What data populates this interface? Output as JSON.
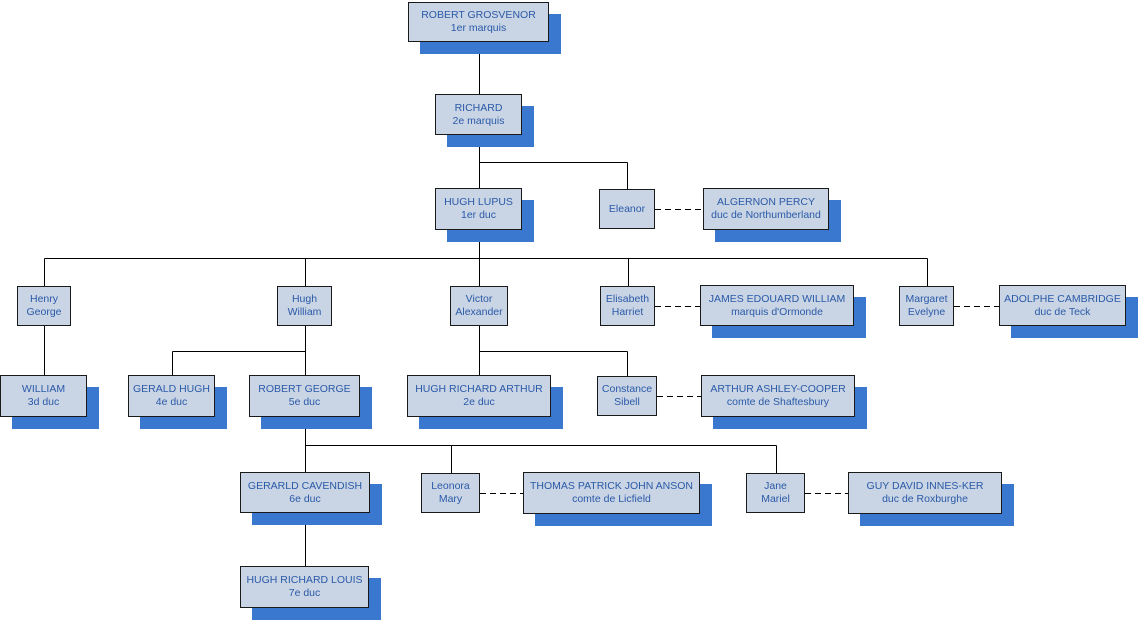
{
  "colors": {
    "box_fill": "#c9d4e4",
    "shadow": "#3a78d0",
    "text": "#2a5aa8",
    "line": "#000000"
  },
  "nodes": {
    "robert_grosvenor": {
      "name": "ROBERT GROSVENOR",
      "title": "1er marquis"
    },
    "richard": {
      "name": "RICHARD",
      "title": "2e marquis"
    },
    "hugh_lupus": {
      "name": "HUGH LUPUS",
      "title": "1er duc"
    },
    "eleanor": {
      "name": "Eleanor",
      "title": ""
    },
    "algernon_percy": {
      "name": "ALGERNON PERCY",
      "title": "duc de Northumberland"
    },
    "henry_george": {
      "name": "Henry",
      "title": "George"
    },
    "hugh_william": {
      "name": "Hugh",
      "title": "William"
    },
    "victor_alexander": {
      "name": "Victor",
      "title": "Alexander"
    },
    "elisabeth_harriet": {
      "name": "Elisabeth",
      "title": "Harriet"
    },
    "james_edouard_william": {
      "name": "JAMES EDOUARD WILLIAM",
      "title": "marquis d'Ormonde"
    },
    "margaret_evelyne": {
      "name": "Margaret",
      "title": "Evelyne"
    },
    "adolphe_cambridge": {
      "name": "ADOLPHE CAMBRIDGE",
      "title": "duc de Teck"
    },
    "william": {
      "name": "WILLIAM",
      "title": "3d duc"
    },
    "gerald_hugh": {
      "name": "GERALD HUGH",
      "title": "4e duc"
    },
    "robert_george": {
      "name": "ROBERT GEORGE",
      "title": "5e duc"
    },
    "hugh_richard_arthur": {
      "name": "HUGH RICHARD ARTHUR",
      "title": "2e duc"
    },
    "constance_sibell": {
      "name": "Constance",
      "title": "Sibell"
    },
    "arthur_ashley_cooper": {
      "name": "ARTHUR ASHLEY-COOPER",
      "title": "comte de Shaftesbury"
    },
    "gerald_cavendish": {
      "name": "GERARLD CAVENDISH",
      "title": "6e duc"
    },
    "leonora_mary": {
      "name": "Leonora",
      "title": "Mary"
    },
    "thomas_patrick_john_anson": {
      "name": "THOMAS PATRICK JOHN ANSON",
      "title": "comte de Licfield"
    },
    "jane_mariel": {
      "name": "Jane",
      "title": "Mariel"
    },
    "guy_david_innes_ker": {
      "name": "GUY DAVID INNES-KER",
      "title": "duc de Roxburghe"
    },
    "hugh_richard_louis": {
      "name": "HUGH RICHARD LOUIS",
      "title": "7e duc"
    }
  },
  "parent_child": [
    {
      "parent": "robert_grosvenor",
      "children": [
        "richard"
      ]
    },
    {
      "parent": "richard",
      "children": [
        "hugh_lupus",
        "eleanor"
      ]
    },
    {
      "parent": "hugh_lupus",
      "children": [
        "henry_george",
        "hugh_william",
        "victor_alexander",
        "elisabeth_harriet",
        "margaret_evelyne"
      ]
    },
    {
      "parent": "henry_george",
      "children": [
        "william"
      ]
    },
    {
      "parent": "hugh_william",
      "children": [
        "gerald_hugh",
        "robert_george"
      ]
    },
    {
      "parent": "victor_alexander",
      "children": [
        "hugh_richard_arthur",
        "constance_sibell"
      ]
    },
    {
      "parent": "robert_george",
      "children": [
        "gerald_cavendish",
        "leonora_mary",
        "jane_mariel"
      ]
    },
    {
      "parent": "gerald_cavendish",
      "children": [
        "hugh_richard_louis"
      ]
    }
  ],
  "marriages": [
    {
      "a": "eleanor",
      "b": "algernon_percy"
    },
    {
      "a": "elisabeth_harriet",
      "b": "james_edouard_william"
    },
    {
      "a": "margaret_evelyne",
      "b": "adolphe_cambridge"
    },
    {
      "a": "constance_sibell",
      "b": "arthur_ashley_cooper"
    },
    {
      "a": "leonora_mary",
      "b": "thomas_patrick_john_anson"
    },
    {
      "a": "jane_mariel",
      "b": "guy_david_innes_ker"
    }
  ]
}
